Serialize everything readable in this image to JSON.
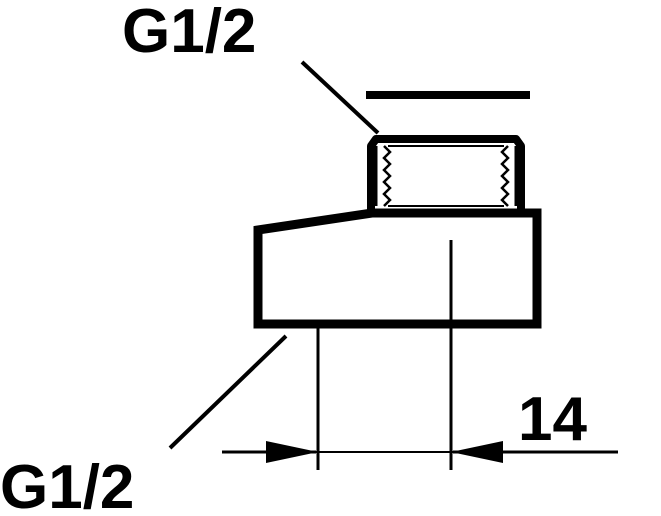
{
  "labels": {
    "thread_top": "G1/2",
    "thread_bottom": "G1/2",
    "offset_dimension": "14"
  },
  "colors": {
    "ink": "#000000",
    "paper": "#ffffff"
  }
}
